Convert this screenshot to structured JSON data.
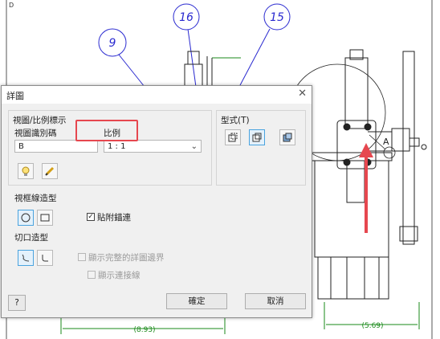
{
  "drawing": {
    "balloons": [
      "9",
      "16",
      "15"
    ],
    "sheet_label": "D",
    "detail_letter": "A",
    "dimensions": [
      "(8.93)",
      "(5.69)"
    ]
  },
  "dialog": {
    "title": "詳圖",
    "close_glyph": "✕",
    "view_identifier": {
      "group_label": "視圖/比例標示",
      "identifier_label": "視圖識別碼",
      "identifier_value": "B",
      "scale_label": "比例",
      "scale_value": "1 : 1",
      "scale_chevron": "⌄"
    },
    "style": {
      "group_label": "型式(T)"
    },
    "fence_shape_label": "視框線造型",
    "cutout_shape_label": "切口造型",
    "snap_to_center": {
      "label": "貼附錨連",
      "checked_glyph": "✓"
    },
    "show_full_detail_boundary": "顯示完整的詳圖邊界",
    "show_connection_line": "顯示連接線",
    "help_glyph": "?",
    "ok_label": "確定",
    "cancel_label": "取消"
  },
  "colors": {
    "balloon": "#2a2ad0",
    "highlight": "#e6474f",
    "dimension": "#1a8a1a",
    "accent": "#4aa3df"
  }
}
